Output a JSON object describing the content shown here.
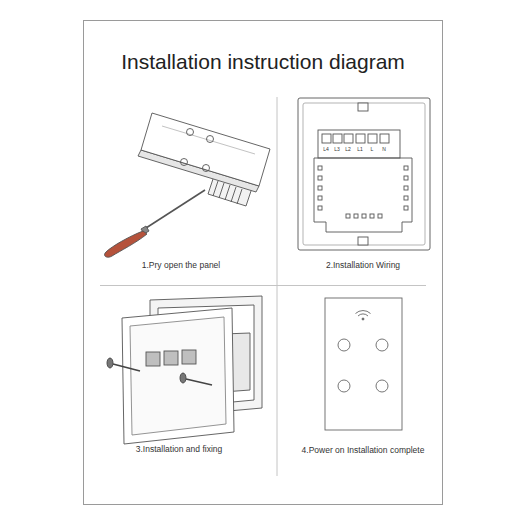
{
  "diagram": {
    "title": "Installation instruction diagram",
    "labels": [
      "1.Pry open the panel",
      "L4",
      "L3",
      "L2",
      "L1",
      "L",
      "N",
      "2.Installation Wiring",
      "3.Installation and fixing",
      "4.Power on Installation complete"
    ]
  }
}
